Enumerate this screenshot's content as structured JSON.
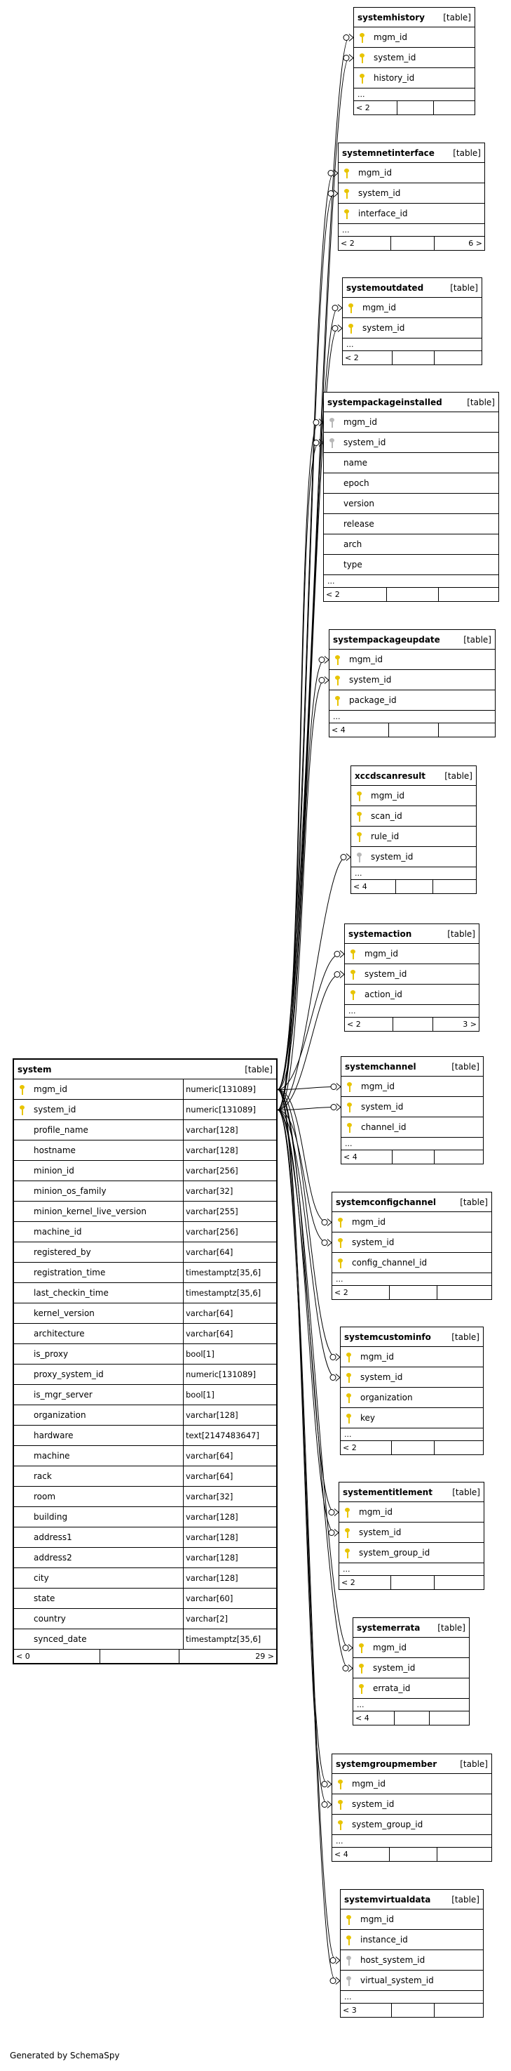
{
  "footer": "Generated by SchemaSpy",
  "more_marker": "...",
  "main_table": {
    "name": "system",
    "type": "[table]",
    "columns": [
      {
        "name": "mgm_id",
        "type": "numeric[131089]",
        "key": "pk"
      },
      {
        "name": "system_id",
        "type": "numeric[131089]",
        "key": "pk"
      },
      {
        "name": "profile_name",
        "type": "varchar[128]",
        "key": ""
      },
      {
        "name": "hostname",
        "type": "varchar[128]",
        "key": ""
      },
      {
        "name": "minion_id",
        "type": "varchar[256]",
        "key": ""
      },
      {
        "name": "minion_os_family",
        "type": "varchar[32]",
        "key": ""
      },
      {
        "name": "minion_kernel_live_version",
        "type": "varchar[255]",
        "key": ""
      },
      {
        "name": "machine_id",
        "type": "varchar[256]",
        "key": ""
      },
      {
        "name": "registered_by",
        "type": "varchar[64]",
        "key": ""
      },
      {
        "name": "registration_time",
        "type": "timestamptz[35,6]",
        "key": ""
      },
      {
        "name": "last_checkin_time",
        "type": "timestamptz[35,6]",
        "key": ""
      },
      {
        "name": "kernel_version",
        "type": "varchar[64]",
        "key": ""
      },
      {
        "name": "architecture",
        "type": "varchar[64]",
        "key": ""
      },
      {
        "name": "is_proxy",
        "type": "bool[1]",
        "key": ""
      },
      {
        "name": "proxy_system_id",
        "type": "numeric[131089]",
        "key": ""
      },
      {
        "name": "is_mgr_server",
        "type": "bool[1]",
        "key": ""
      },
      {
        "name": "organization",
        "type": "varchar[128]",
        "key": ""
      },
      {
        "name": "hardware",
        "type": "text[2147483647]",
        "key": ""
      },
      {
        "name": "machine",
        "type": "varchar[64]",
        "key": ""
      },
      {
        "name": "rack",
        "type": "varchar[64]",
        "key": ""
      },
      {
        "name": "room",
        "type": "varchar[32]",
        "key": ""
      },
      {
        "name": "building",
        "type": "varchar[128]",
        "key": ""
      },
      {
        "name": "address1",
        "type": "varchar[128]",
        "key": ""
      },
      {
        "name": "address2",
        "type": "varchar[128]",
        "key": ""
      },
      {
        "name": "city",
        "type": "varchar[128]",
        "key": ""
      },
      {
        "name": "state",
        "type": "varchar[60]",
        "key": ""
      },
      {
        "name": "country",
        "type": "varchar[2]",
        "key": ""
      },
      {
        "name": "synced_date",
        "type": "timestamptz[35,6]",
        "key": ""
      }
    ],
    "footer": {
      "left": "< 0",
      "right": "29 >"
    }
  },
  "tables": [
    {
      "name": "systemhistory",
      "type": "[table]",
      "columns": [
        {
          "name": "mgm_id",
          "key": "pk"
        },
        {
          "name": "system_id",
          "key": "pk"
        },
        {
          "name": "history_id",
          "key": "pk"
        }
      ],
      "footer": {
        "left": "< 2",
        "right": ""
      }
    },
    {
      "name": "systemnetinterface",
      "type": "[table]",
      "columns": [
        {
          "name": "mgm_id",
          "key": "pk"
        },
        {
          "name": "system_id",
          "key": "pk"
        },
        {
          "name": "interface_id",
          "key": "pk"
        }
      ],
      "footer": {
        "left": "< 2",
        "right": "6 >"
      }
    },
    {
      "name": "systemoutdated",
      "type": "[table]",
      "columns": [
        {
          "name": "mgm_id",
          "key": "pk"
        },
        {
          "name": "system_id",
          "key": "pk"
        }
      ],
      "footer": {
        "left": "< 2",
        "right": ""
      }
    },
    {
      "name": "systempackageinstalled",
      "type": "[table]",
      "columns": [
        {
          "name": "mgm_id",
          "key": "fk"
        },
        {
          "name": "system_id",
          "key": "fk"
        },
        {
          "name": "name",
          "key": ""
        },
        {
          "name": "epoch",
          "key": ""
        },
        {
          "name": "version",
          "key": ""
        },
        {
          "name": "release",
          "key": ""
        },
        {
          "name": "arch",
          "key": ""
        },
        {
          "name": "type",
          "key": ""
        }
      ],
      "footer": {
        "left": "< 2",
        "right": ""
      }
    },
    {
      "name": "systempackageupdate",
      "type": "[table]",
      "columns": [
        {
          "name": "mgm_id",
          "key": "pk"
        },
        {
          "name": "system_id",
          "key": "pk"
        },
        {
          "name": "package_id",
          "key": "pk"
        }
      ],
      "footer": {
        "left": "< 4",
        "right": ""
      }
    },
    {
      "name": "xccdscanresult",
      "type": "[table]",
      "columns": [
        {
          "name": "mgm_id",
          "key": "pk"
        },
        {
          "name": "scan_id",
          "key": "pk"
        },
        {
          "name": "rule_id",
          "key": "pk"
        },
        {
          "name": "system_id",
          "key": "fk"
        }
      ],
      "footer": {
        "left": "< 4",
        "right": ""
      }
    },
    {
      "name": "systemaction",
      "type": "[table]",
      "columns": [
        {
          "name": "mgm_id",
          "key": "pk"
        },
        {
          "name": "system_id",
          "key": "pk"
        },
        {
          "name": "action_id",
          "key": "pk"
        }
      ],
      "footer": {
        "left": "< 2",
        "right": "3 >"
      }
    },
    {
      "name": "systemchannel",
      "type": "[table]",
      "columns": [
        {
          "name": "mgm_id",
          "key": "pk"
        },
        {
          "name": "system_id",
          "key": "pk"
        },
        {
          "name": "channel_id",
          "key": "pk"
        }
      ],
      "footer": {
        "left": "< 4",
        "right": ""
      }
    },
    {
      "name": "systemconfigchannel",
      "type": "[table]",
      "columns": [
        {
          "name": "mgm_id",
          "key": "pk"
        },
        {
          "name": "system_id",
          "key": "pk"
        },
        {
          "name": "config_channel_id",
          "key": "pk"
        }
      ],
      "footer": {
        "left": "< 2",
        "right": ""
      }
    },
    {
      "name": "systemcustominfo",
      "type": "[table]",
      "columns": [
        {
          "name": "mgm_id",
          "key": "pk"
        },
        {
          "name": "system_id",
          "key": "pk"
        },
        {
          "name": "organization",
          "key": "pk"
        },
        {
          "name": "key",
          "key": "pk"
        }
      ],
      "footer": {
        "left": "< 2",
        "right": ""
      }
    },
    {
      "name": "systementitlement",
      "type": "[table]",
      "columns": [
        {
          "name": "mgm_id",
          "key": "pk"
        },
        {
          "name": "system_id",
          "key": "pk"
        },
        {
          "name": "system_group_id",
          "key": "pk"
        }
      ],
      "footer": {
        "left": "< 2",
        "right": ""
      }
    },
    {
      "name": "systemerrata",
      "type": "[table]",
      "columns": [
        {
          "name": "mgm_id",
          "key": "pk"
        },
        {
          "name": "system_id",
          "key": "pk"
        },
        {
          "name": "errata_id",
          "key": "pk"
        }
      ],
      "footer": {
        "left": "< 4",
        "right": ""
      }
    },
    {
      "name": "systemgroupmember",
      "type": "[table]",
      "columns": [
        {
          "name": "mgm_id",
          "key": "pk"
        },
        {
          "name": "system_id",
          "key": "pk"
        },
        {
          "name": "system_group_id",
          "key": "pk"
        }
      ],
      "footer": {
        "left": "< 4",
        "right": ""
      }
    },
    {
      "name": "systemvirtualdata",
      "type": "[table]",
      "columns": [
        {
          "name": "mgm_id",
          "key": "pk"
        },
        {
          "name": "instance_id",
          "key": "pk"
        },
        {
          "name": "host_system_id",
          "key": "fk"
        },
        {
          "name": "virtual_system_id",
          "key": "fk"
        }
      ],
      "footer": {
        "left": "< 3",
        "right": ""
      }
    }
  ]
}
